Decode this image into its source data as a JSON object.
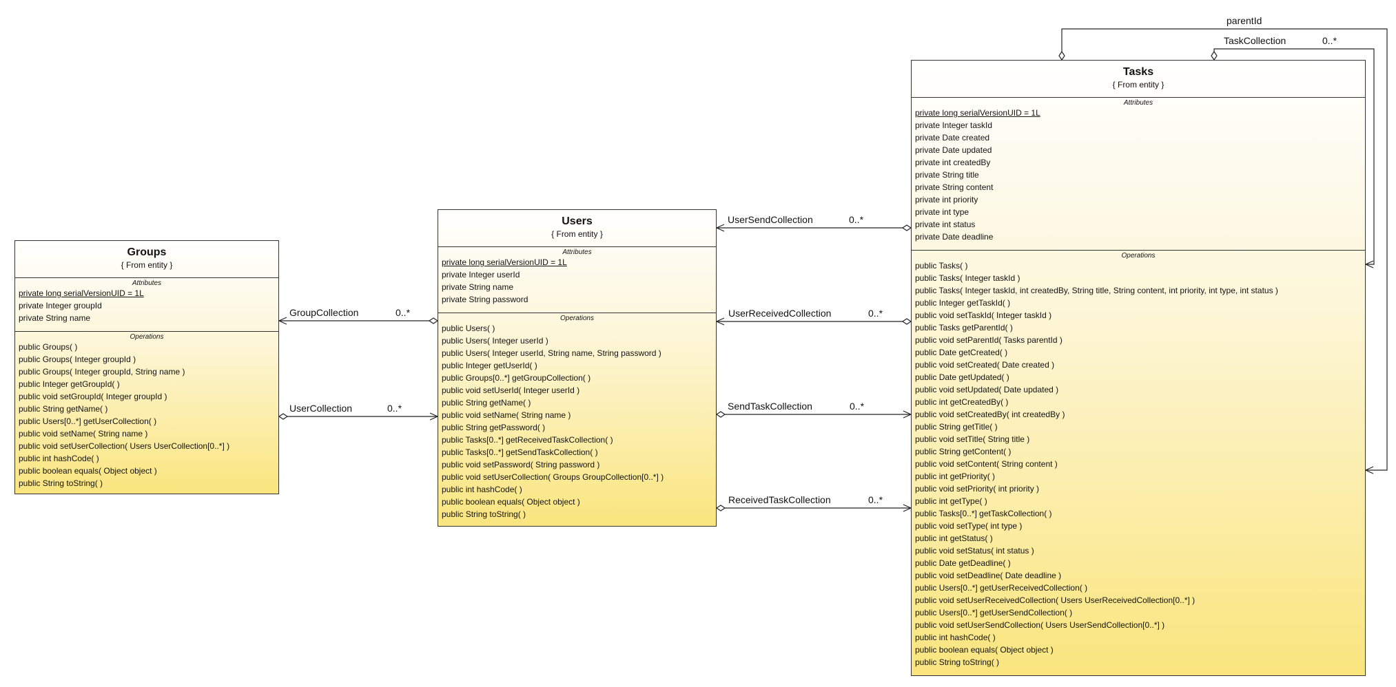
{
  "classes": {
    "groups": {
      "name": "Groups",
      "stereotype": "{ From entity }",
      "attributes_title": "Attributes",
      "attributes": [
        {
          "text": "private long serialVersionUID = 1L",
          "static": true
        },
        {
          "text": "private Integer groupId"
        },
        {
          "text": "private String name"
        }
      ],
      "operations_title": "Operations",
      "operations": [
        "public Groups(  )",
        "public Groups( Integer groupId )",
        "public Groups( Integer groupId, String name )",
        "public Integer  getGroupId(  )",
        "public void  setGroupId( Integer groupId )",
        "public String  getName(  )",
        "public Users[0..*]  getUserCollection(  )",
        "public void  setName( String name )",
        "public void  setUserCollection( Users UserCollection[0..*] )",
        "public int  hashCode(  )",
        "public boolean  equals( Object object )",
        "public String  toString(  )"
      ]
    },
    "users": {
      "name": "Users",
      "stereotype": "{ From entity }",
      "attributes_title": "Attributes",
      "attributes": [
        {
          "text": "private long serialVersionUID = 1L",
          "static": true
        },
        {
          "text": "private Integer userId"
        },
        {
          "text": "private String name"
        },
        {
          "text": "private String password"
        }
      ],
      "operations_title": "Operations",
      "operations": [
        "public Users(  )",
        "public Users( Integer userId )",
        "public Users( Integer userId, String name, String password )",
        "public Integer  getUserId(  )",
        "public Groups[0..*]  getGroupCollection(  )",
        "public void  setUserId( Integer userId )",
        "public String  getName(  )",
        "public void  setName( String name )",
        "public String  getPassword(  )",
        "public Tasks[0..*]  getReceivedTaskCollection(  )",
        "public Tasks[0..*]  getSendTaskCollection(  )",
        "public void  setPassword( String password )",
        "public void  setUserCollection( Groups GroupCollection[0..*] )",
        "public int  hashCode(  )",
        "public boolean  equals( Object object )",
        "public String  toString(  )"
      ]
    },
    "tasks": {
      "name": "Tasks",
      "stereotype": "{ From entity }",
      "attributes_title": "Attributes",
      "attributes": [
        {
          "text": "private long serialVersionUID = 1L",
          "static": true
        },
        {
          "text": "private Integer taskId"
        },
        {
          "text": "private Date created"
        },
        {
          "text": "private Date updated"
        },
        {
          "text": "private int createdBy"
        },
        {
          "text": "private String title"
        },
        {
          "text": "private String content"
        },
        {
          "text": "private int priority"
        },
        {
          "text": "private int type"
        },
        {
          "text": "private int status"
        },
        {
          "text": "private Date deadline"
        }
      ],
      "operations_title": "Operations",
      "operations": [
        "public Tasks(  )",
        "public Tasks( Integer taskId )",
        "public Tasks( Integer taskId, int createdBy, String title, String content, int priority, int type, int status )",
        "public Integer  getTaskId(  )",
        "public void  setTaskId( Integer taskId )",
        "public Tasks  getParentId(  )",
        "public void  setParentId( Tasks parentId )",
        "public Date  getCreated(  )",
        "public void  setCreated( Date created )",
        "public Date  getUpdated(  )",
        "public void  setUpdated( Date updated )",
        "public int  getCreatedBy(  )",
        "public void  setCreatedBy( int createdBy )",
        "public String  getTitle(  )",
        "public void  setTitle( String title )",
        "public String  getContent(  )",
        "public void  setContent( String content )",
        "public int  getPriority(  )",
        "public void  setPriority( int priority )",
        "public int  getType(  )",
        "public Tasks[0..*]  getTaskCollection(  )",
        "public void  setType( int type )",
        "public int  getStatus(  )",
        "public void  setStatus( int status )",
        "public Date  getDeadline(  )",
        "public void  setDeadline( Date deadline )",
        "public Users[0..*]  getUserReceivedCollection(  )",
        "public void  setUserReceivedCollection( Users UserReceivedCollection[0..*] )",
        "public Users[0..*]  getUserSendCollection(  )",
        "public void  setUserSendCollection( Users UserSendCollection[0..*] )",
        "public int  hashCode(  )",
        "public boolean  equals( Object object )",
        "public String  toString(  )"
      ]
    }
  },
  "associations": [
    {
      "id": "group-collection",
      "role": "GroupCollection",
      "multiplicity": "0..*"
    },
    {
      "id": "user-collection",
      "role": "UserCollection",
      "multiplicity": "0..*"
    },
    {
      "id": "user-send-collection",
      "role": "UserSendCollection",
      "multiplicity": "0..*"
    },
    {
      "id": "user-received-collection",
      "role": "UserReceivedCollection",
      "multiplicity": "0..*"
    },
    {
      "id": "send-task-collection",
      "role": "SendTaskCollection",
      "multiplicity": "0..*"
    },
    {
      "id": "received-task-collection",
      "role": "ReceivedTaskCollection",
      "multiplicity": "0..*"
    },
    {
      "id": "parent-id",
      "role": "parentId",
      "multiplicity": ""
    },
    {
      "id": "task-collection",
      "role": "TaskCollection",
      "multiplicity": "0..*"
    }
  ]
}
